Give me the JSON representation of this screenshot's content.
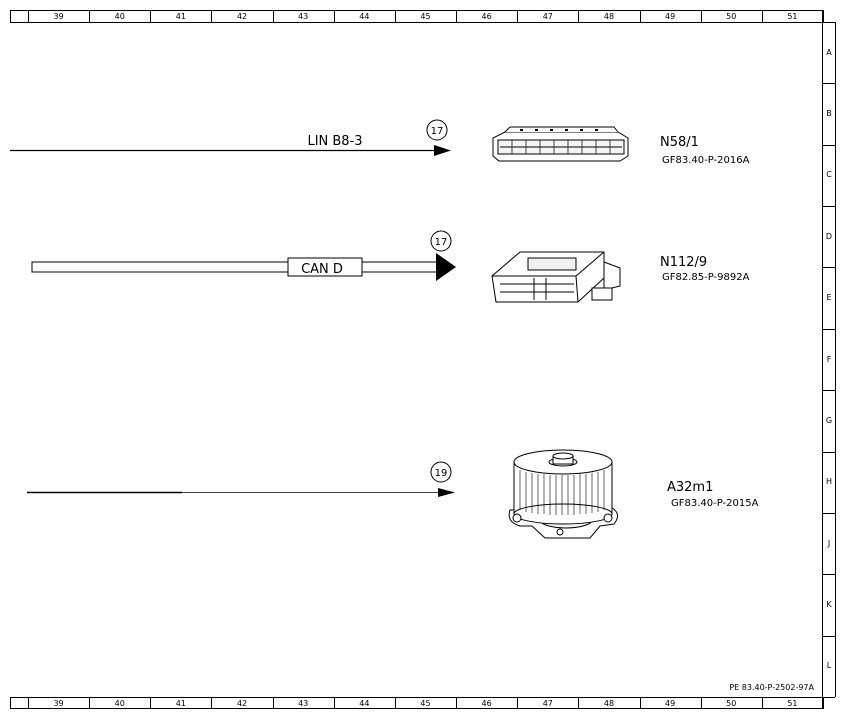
{
  "grid": {
    "columns": [
      "39",
      "40",
      "41",
      "42",
      "43",
      "44",
      "45",
      "46",
      "47",
      "48",
      "49",
      "50",
      "51"
    ],
    "rows": [
      "A",
      "B",
      "C",
      "D",
      "E",
      "F",
      "G",
      "H",
      "J",
      "K",
      "L"
    ]
  },
  "connections": [
    {
      "label": "LIN B8-3",
      "circle": "17",
      "type": "single-line"
    },
    {
      "label": "CAN D",
      "circle": "17",
      "type": "bus"
    },
    {
      "label": "",
      "circle": "19",
      "type": "single-line"
    }
  ],
  "components": [
    {
      "code": "N58/1",
      "ref": "GF83.40-P-2016A",
      "icon": "control-panel-icon"
    },
    {
      "code": "N112/9",
      "ref": "GF82.85-P-9892A",
      "icon": "control-module-icon"
    },
    {
      "code": "A32m1",
      "ref": "GF83.40-P-2015A",
      "icon": "blower-motor-icon"
    }
  ],
  "footer": {
    "document_code": "PE 83.40-P-2502-97A"
  }
}
